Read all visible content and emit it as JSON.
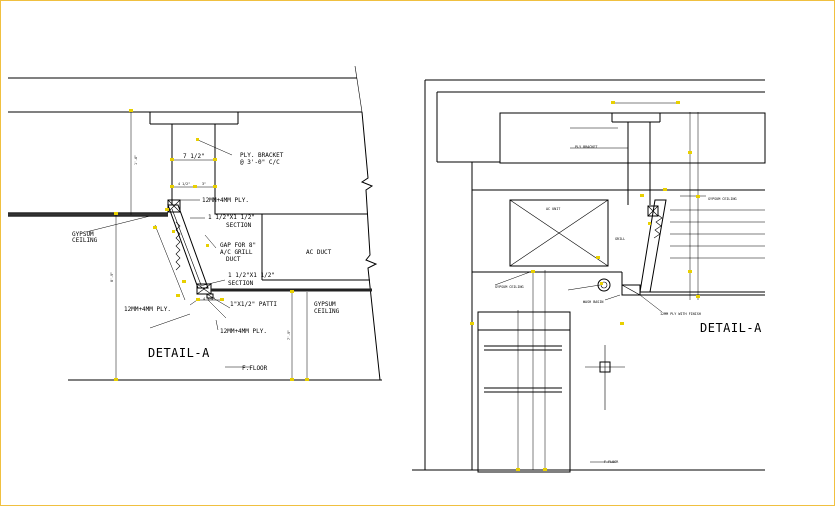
{
  "left_detail": {
    "title": "DETAIL-A",
    "labels": {
      "ply_bracket": "PLY. BRACKET",
      "ply_bracket_spacing": "@ 3'-0\" C/C",
      "ply_12mm_top": "12MM+4MM PLY.",
      "section_top_dim": "1 1/2\"X1 1/2\"",
      "section_top": "SECTION",
      "gap_line1": "GAP FOR 8\"",
      "gap_line2": "A/C GRILL",
      "gap_line3": "DUCT",
      "ac_duct": "AC DUCT",
      "section_bot_dim": "1 1/2\"X1 1/2\"",
      "section_bot": "SECTION",
      "gypsum_left_1": "GYPSUM",
      "gypsum_left_2": "CEILING",
      "ply_12mm_bottom": "12MM+4MM PLY.",
      "patti": "1\"X1/2\" PATTI",
      "gypsum_right_1": "GYPSUM",
      "gypsum_right_2": "CEILING",
      "ply_12mm_lower": "12MM+4MM PLY.",
      "floor": "F.FLOOR"
    },
    "dims": {
      "d1": "7 1/2\"",
      "d2": "4 1/2\"",
      "d3": "3\"",
      "d4": "4 3/4\"",
      "d5": "1'-6\"",
      "d6": "8'-9\"",
      "d7": "7'-9\""
    }
  },
  "right_detail": {
    "title": "DETAIL-A",
    "labels": {
      "ac_unit": "AC UNIT",
      "ply_bracket": "PLY BRACKET",
      "gypsum_ceiling": "GYPSUM CEILING",
      "wash_basin": "WASH BASIN",
      "grill": "GRILL",
      "ply_finish": "12MM PLY WITH FINISH",
      "gyp_ceiling_right": "GYPSUM CEILING",
      "floor": "F.FLOOR"
    }
  }
}
